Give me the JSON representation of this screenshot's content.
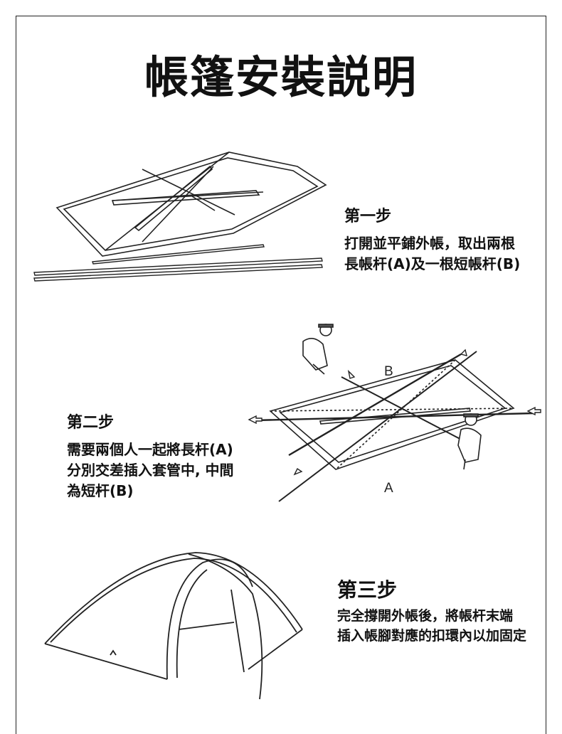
{
  "title": "帳篷安裝説明",
  "steps": [
    {
      "heading": "第一步",
      "body": "打開並平鋪外帳，取出兩根\n長帳杆(A)及一根短帳杆(B)"
    },
    {
      "heading": "第二步",
      "body": "需要兩個人一起將長杆(A)\n分別交差插入套管中, 中間\n為短杆(B)",
      "labels": {
        "pole_a": "A",
        "pole_b": "B"
      }
    },
    {
      "heading": "第三步",
      "body": "完全撐開外帳後，將帳杆末端\n插入帳腳對應的扣環內以加固定"
    }
  ],
  "icons": [
    "tent-flat-illustration",
    "tent-poles-insert-illustration",
    "tent-pitched-illustration",
    "person-icon"
  ],
  "colors": {
    "line": "#222222",
    "background": "#ffffff"
  }
}
